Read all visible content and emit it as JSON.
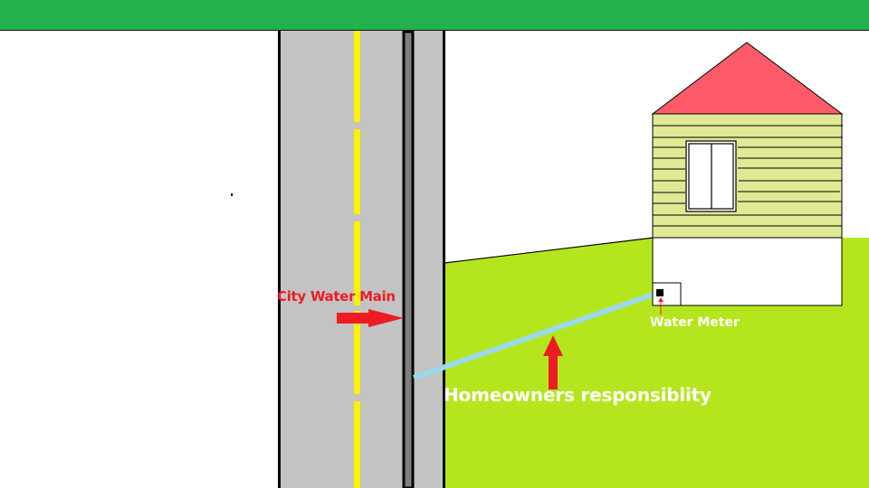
{
  "diagram": {
    "labels": {
      "city_water_main": "City Water Main",
      "water_meter": "Water Meter",
      "homeowners_responsibility": "Homeowners responsiblity"
    },
    "colors": {
      "top_bar": "#22b14c",
      "road": "#c3c3c3",
      "center_line": "#fff200",
      "median": "#7f7f7f",
      "grass": "#b5e61d",
      "roof": "#ff5a6a",
      "siding": "#e0ea94",
      "pipe": "#99d9ea",
      "arrow": "#ed1c24",
      "label_red": "#ed1c24",
      "label_white": "#ffffff"
    }
  }
}
